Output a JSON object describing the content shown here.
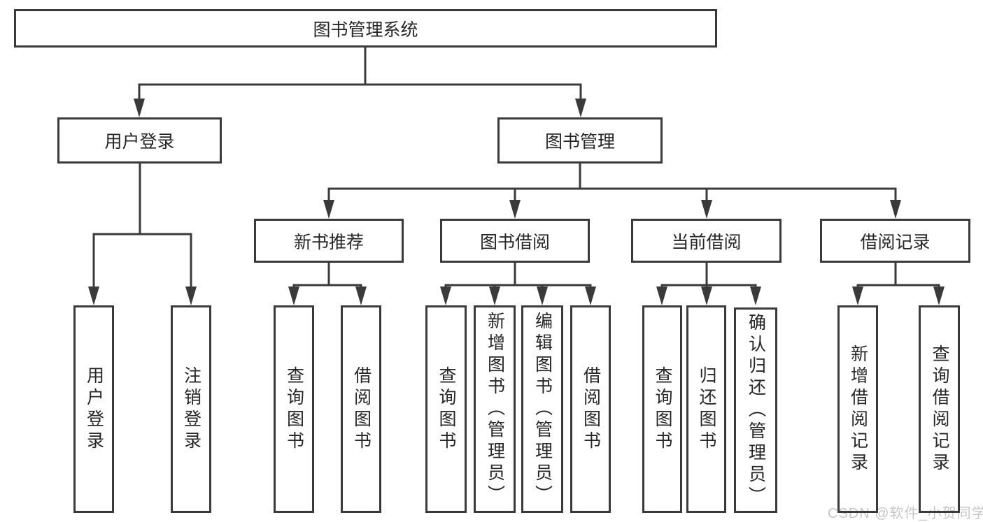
{
  "diagram_title": "图书管理系统",
  "tree": {
    "root": {
      "label": "图书管理系统"
    },
    "user_login": {
      "label": "用户登录",
      "leaves": [
        {
          "label": "用户登录"
        },
        {
          "label": "注销登录"
        }
      ]
    },
    "book_mgmt": {
      "label": "图书管理",
      "groups": [
        {
          "label": "新书推荐",
          "leaves": [
            {
              "label": "查询图书"
            },
            {
              "label": "借阅图书"
            }
          ]
        },
        {
          "label": "图书借阅",
          "leaves": [
            {
              "label": "查询图书"
            },
            {
              "label": "新增图书（管理员）"
            },
            {
              "label": "编辑图书（管理员）"
            },
            {
              "label": "借阅图书"
            }
          ]
        },
        {
          "label": "当前借阅",
          "leaves": [
            {
              "label": "查询图书"
            },
            {
              "label": "归还图书"
            },
            {
              "label": "确认归还（管理员）"
            }
          ]
        },
        {
          "label": "借阅记录",
          "leaves": [
            {
              "label": "新增借阅记录"
            },
            {
              "label": "查询借阅记录"
            }
          ]
        }
      ]
    }
  },
  "watermark": {
    "text": "CSDN @软件_小贺同学"
  },
  "colors": {
    "line": "#3a3a3a",
    "text": "#262626",
    "watermark": "#c6c6c6",
    "background": "#ffffff"
  }
}
